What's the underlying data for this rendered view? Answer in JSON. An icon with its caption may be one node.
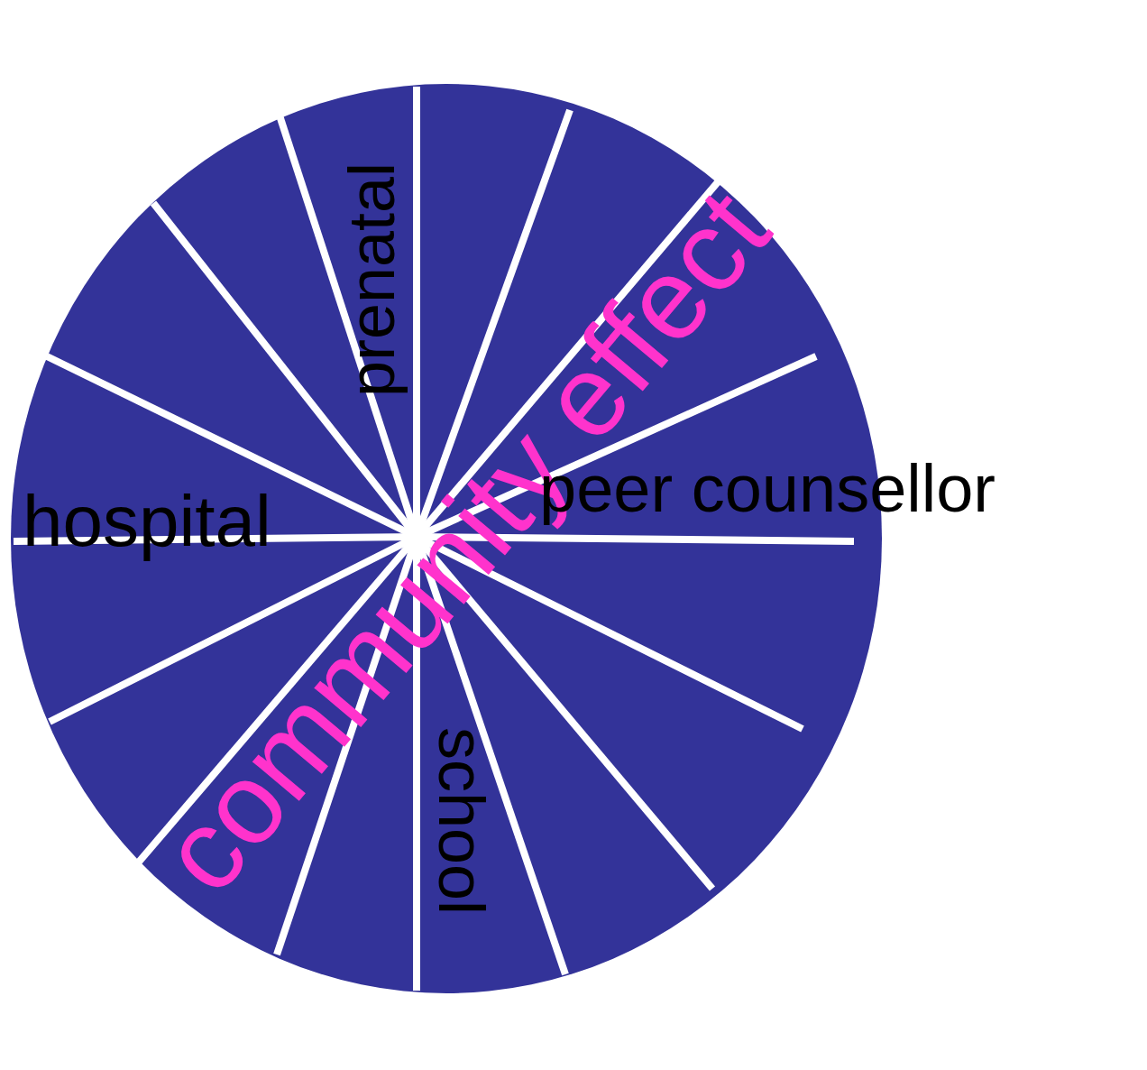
{
  "diagram": {
    "labels": [
      "community effect",
      "prenatal",
      "peer counsellor",
      "hospital",
      "school"
    ]
  }
}
